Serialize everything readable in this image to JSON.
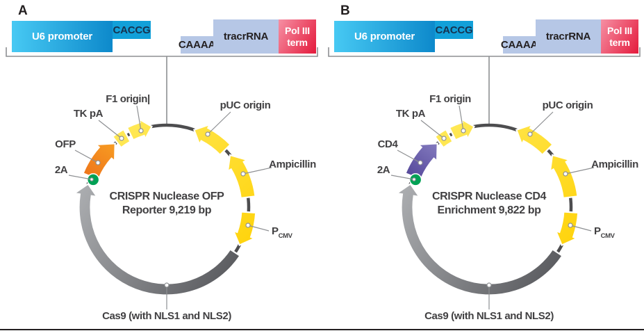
{
  "figure": {
    "panels": [
      {
        "panel_label": "A",
        "cassette": {
          "u6_promoter": "U6 promoter",
          "caccg": "CACCG",
          "caaaa": "CAAAA",
          "tracrrna": "tracrRNA",
          "pol3_line1": "Pol III",
          "pol3_line2": "term"
        },
        "plasmid": {
          "title_line1": "CRISPR Nuclease OFP",
          "title_line2": "Reporter 9,219 bp",
          "feature_labels": {
            "f1_origin": "F1 origin|",
            "tk_pa": "TK pA",
            "gene": "OFP",
            "p2a": "2A",
            "puc_origin": "pUC origin",
            "ampicillin": "Ampicillin",
            "promoter_main": "P",
            "promoter_sub": "CMV",
            "cas9": "Cas9 (with NLS1 and NLS2)"
          },
          "gene_colors": [
            "#f9a423",
            "#ee751b"
          ]
        }
      },
      {
        "panel_label": "B",
        "cassette": {
          "u6_promoter": "U6 promoter",
          "caccg": "CACCG",
          "caaaa": "CAAAA",
          "tracrrna": "tracrRNA",
          "pol3_line1": "Pol III",
          "pol3_line2": "term"
        },
        "plasmid": {
          "title_line1": "CRISPR Nuclease CD4",
          "title_line2": "Enrichment 9,822 bp",
          "feature_labels": {
            "f1_origin": "F1 origin",
            "tk_pa": "TK pA",
            "gene": "CD4",
            "p2a": "2A",
            "puc_origin": "pUC origin",
            "ampicillin": "Ampicillin",
            "promoter_main": "P",
            "promoter_sub": "CMV",
            "cas9": "Cas9 (with NLS1 and NLS2)"
          },
          "gene_colors": [
            "#8d85c6",
            "#55489a"
          ]
        }
      }
    ],
    "colors": {
      "background": "#ffffff",
      "ring": "#4d4d4f",
      "label_text": "#414042",
      "leader": "#8d8f92",
      "bracket": "#8d8f92",
      "yellow_light": "#ffef6e",
      "yellow_dark": "#ffd000",
      "gray_light": "#aaacaf",
      "gray_dark": "#57585c",
      "green_dot": "#00a155",
      "u6_gradient": [
        "#47c9f3",
        "#0d89cb"
      ],
      "caccg_box": "#12a0d9",
      "caccg_text": "#16324f",
      "tracr_fill": "#b6c7e6",
      "tracr_text": "#231f20",
      "pol3_gradient": [
        "#f68fa3",
        "#e41a3c"
      ],
      "bottom_rule": "#231f20"
    }
  }
}
